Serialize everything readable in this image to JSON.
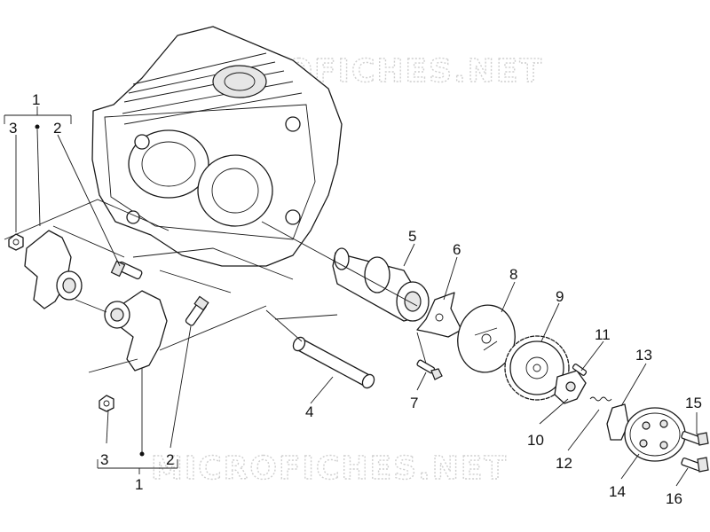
{
  "watermark": {
    "text": "MICROFICHES.NET"
  },
  "labels": {
    "l1_top": "1",
    "l2_top": "2",
    "l3_top": "3",
    "l1_bottom": "1",
    "l2_bottom": "2",
    "l3_bottom": "3",
    "l4": "4",
    "l5": "5",
    "l6": "6",
    "l7": "7",
    "l8": "8",
    "l9": "9",
    "l10": "10",
    "l11": "11",
    "l12": "12",
    "l13": "13",
    "l14": "14",
    "l15": "15",
    "l16": "16"
  }
}
